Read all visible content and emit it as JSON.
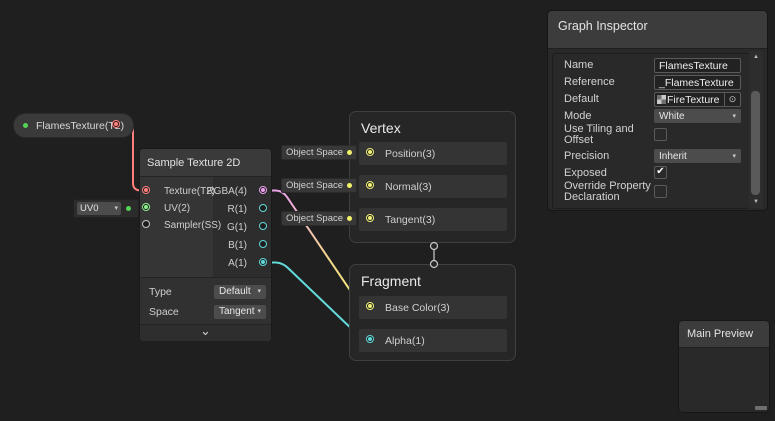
{
  "colors": {
    "background": "#1f1f1f",
    "wire_texture": "#ff7f7f",
    "wire_vector1": "#63d9d9",
    "wire_vector2": "#8df08d",
    "wire_vector3": "#f2f27a",
    "wire_vector4": "#eda2ed",
    "property_dot_green": "#54d454",
    "binding_dot_yellow": "#f2f26a"
  },
  "icons": {
    "dropdown_arrow": "▾",
    "chevron_down": "⌄",
    "picker": "⊙",
    "checkmark": "✔",
    "scroll_up": "▲",
    "scroll_down": "▼"
  },
  "property_node": {
    "label": "FlamesTexture(T2)"
  },
  "uv_selector": {
    "value": "UV0"
  },
  "sample_node": {
    "title": "Sample Texture 2D",
    "inputs": [
      {
        "label": "Texture(T2)",
        "type": "texture",
        "connected": true
      },
      {
        "label": "UV(2)",
        "type": "vector2",
        "connected": true
      },
      {
        "label": "Sampler(SS)",
        "type": "sampler",
        "connected": false
      }
    ],
    "outputs": [
      {
        "label": "RGBA(4)",
        "type": "vector4",
        "connected": true
      },
      {
        "label": "R(1)",
        "type": "vector1",
        "connected": false
      },
      {
        "label": "G(1)",
        "type": "vector1",
        "connected": false
      },
      {
        "label": "B(1)",
        "type": "vector1",
        "connected": false
      },
      {
        "label": "A(1)",
        "type": "vector1",
        "connected": true
      }
    ],
    "controls": [
      {
        "label": "Type",
        "value": "Default"
      },
      {
        "label": "Space",
        "value": "Tangent"
      }
    ]
  },
  "vertex_block": {
    "title": "Vertex",
    "space_label": "Object Space",
    "rows": [
      {
        "label": "Position(3)"
      },
      {
        "label": "Normal(3)"
      },
      {
        "label": "Tangent(3)"
      }
    ]
  },
  "fragment_block": {
    "title": "Fragment",
    "rows": [
      {
        "label": "Base Color(3)"
      },
      {
        "label": "Alpha(1)"
      }
    ]
  },
  "inspector": {
    "title": "Graph Inspector",
    "fields": {
      "name": {
        "label": "Name",
        "value": "FlamesTexture"
      },
      "reference": {
        "label": "Reference",
        "value": "_FlamesTexture"
      },
      "default": {
        "label": "Default",
        "value": "FireTexture"
      },
      "mode": {
        "label": "Mode",
        "value": "White"
      },
      "tiling": {
        "label": "Use Tiling and Offset",
        "checked": false
      },
      "precision": {
        "label": "Precision",
        "value": "Inherit"
      },
      "exposed": {
        "label": "Exposed",
        "checked": true
      },
      "override": {
        "label": "Override Property Declaration",
        "checked": false
      }
    }
  },
  "preview": {
    "title": "Main Preview"
  }
}
